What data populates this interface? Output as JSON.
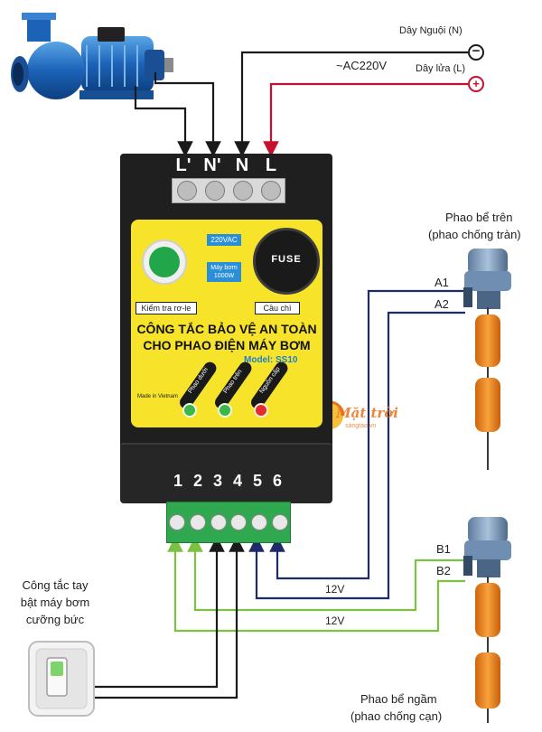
{
  "mains": {
    "neutral_label": "Dây Nguội (N)",
    "live_label": "Dây lửa (L)",
    "voltage": "~AC220V",
    "neutral_symbol": "−",
    "live_symbol": "+"
  },
  "device": {
    "top_terminals": [
      "L'",
      "N'",
      "N",
      "L"
    ],
    "badge_voltage": "220VAC",
    "badge_power": "Máy bơm 1000W",
    "fuse_text": "FUSE",
    "test_button_label": "Kiểm tra rơ-le",
    "fuse_label": "Cầu chì",
    "title_line1": "CÔNG TẮC BẢO VỆ AN TOÀN",
    "title_line2": "CHO PHAO ĐIỆN MÁY BƠM",
    "model": "Model: SS10",
    "made_in": "Made in Vietnam",
    "led_labels": [
      "Phao dưới",
      "Phao trên",
      "Nguồn cấp"
    ],
    "bottom_terminals": [
      "1",
      "2",
      "3",
      "4",
      "5",
      "6"
    ]
  },
  "upper_float": {
    "title_line1": "Phao bể trên",
    "title_line2": "(phao chống tràn)",
    "wire1": "A1",
    "wire2": "A2"
  },
  "lower_float": {
    "title_line1": "Phao bể ngầm",
    "title_line2": "(phao chống cạn)",
    "wire1": "B1",
    "wire2": "B2"
  },
  "manual_switch": {
    "line1": "Công tắc tay",
    "line2": "bật máy bơm",
    "line3": "cưỡng bức"
  },
  "wire_labels": {
    "blue_voltage": "12V",
    "green_voltage": "12V"
  },
  "watermark": {
    "brand": "Mặt trời",
    "sub": "sángtạo.vn"
  },
  "colors": {
    "device_body": "#1f1f1f",
    "panel_yellow": "#f6e32a",
    "wire_black": "#1a1a1a",
    "wire_red": "#c8102e",
    "wire_navy": "#1f2a6b",
    "wire_green": "#7cc142",
    "terminal_green": "#2fa84f",
    "led_green": "#3cb54a",
    "led_red": "#e32d2d",
    "float_orange": "#f08a1d",
    "model_blue": "#1a7fd1"
  }
}
